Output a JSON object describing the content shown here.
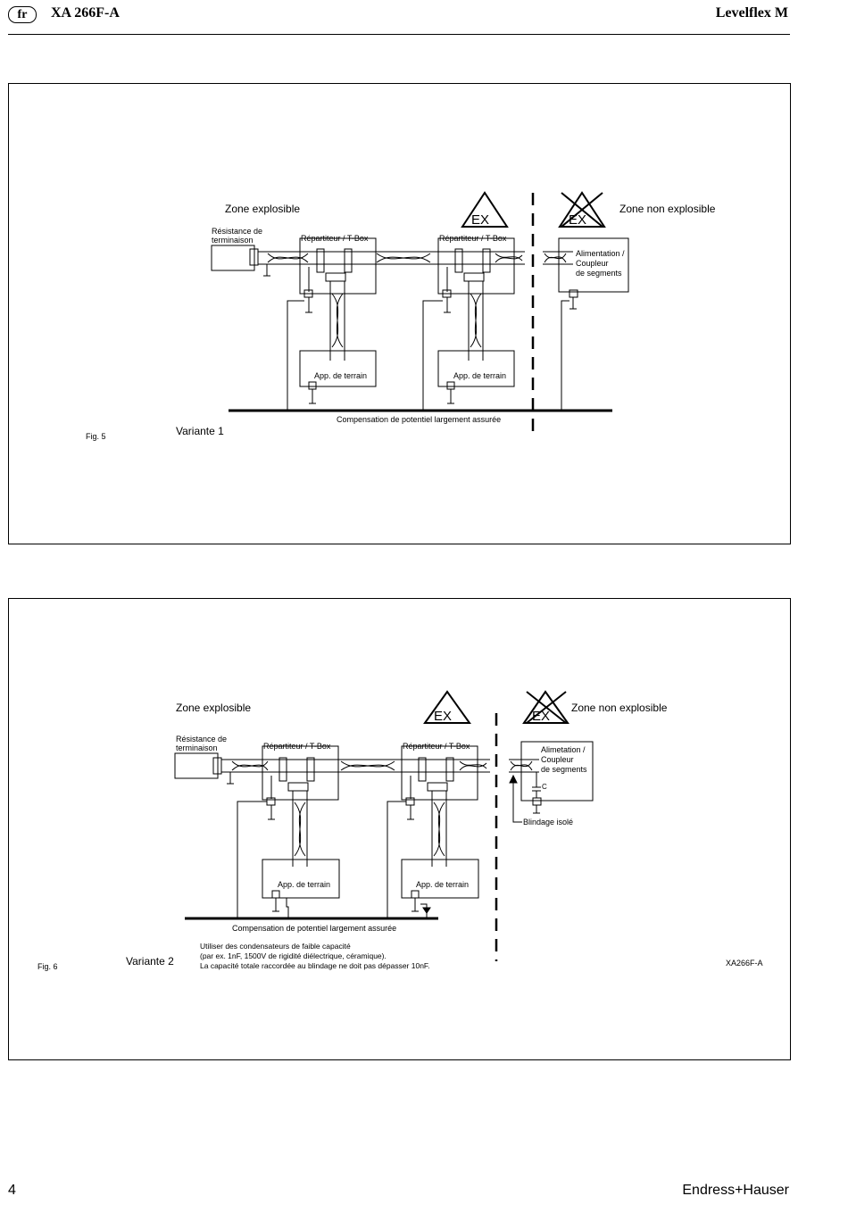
{
  "header": {
    "language": "fr",
    "document_code": "XA 266F-A",
    "product": "Levelflex M"
  },
  "fig5": {
    "fig_label": "Fig. 5",
    "variant": "Variante 1",
    "zone_ex": "Zone explosible",
    "zone_non_ex": "Zone non explosible",
    "ex_symbol": "EX",
    "termination_line1": "Résistance de",
    "termination_line2": "terminaison",
    "tbox1": "Répartiteur / T-Box",
    "tbox2": "Répartiteur / T-Box",
    "device1": "App. de terrain",
    "device2": "App. de terrain",
    "power_line1": "Alimentation /",
    "power_line2": "Coupleur",
    "power_line3": "de segments",
    "equipotential": "Compensation de potentiel largement assurée"
  },
  "fig6": {
    "fig_label": "Fig. 6",
    "variant": "Variante 2",
    "zone_ex": "Zone explosible",
    "zone_non_ex": "Zone non explosible",
    "ex_symbol": "EX",
    "termination_line1": "Résistance de",
    "termination_line2": "terminaison",
    "tbox1": "Répartiteur / T-Box",
    "tbox2": "Répartiteur / T-Box",
    "device1": "App. de terrain",
    "device2": "App. de terrain",
    "power_line1": "Alimetation /",
    "power_line2": "Coupleur",
    "power_line3": "de segments",
    "capacitor": "C",
    "insulated_shield": "Blindage isolé",
    "equipotential": "Compensation de potentiel largement assurée",
    "note_line1": "Utiliser des condensateurs de faible capacité",
    "note_line2": "(par ex. 1nF, 1500V de rigidité diélectrique, céramique).",
    "note_line3": "La capacité totale raccordée au blindage ne doit pas dépasser 10nF.",
    "drawing_code": "XA266F-A"
  },
  "footer": {
    "page_number": "4",
    "brand": "Endress+Hauser"
  }
}
